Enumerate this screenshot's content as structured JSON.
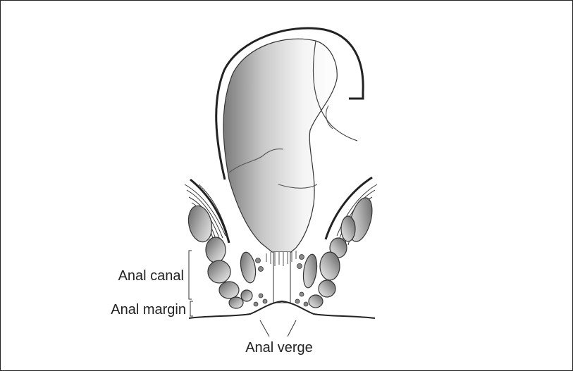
{
  "diagram": {
    "labels": {
      "anal_canal": "Anal canal",
      "anal_margin": "Anal margin",
      "anal_verge": "Anal verge"
    },
    "colors": {
      "ink": "#222222",
      "shade_dark": "#6a6a6a",
      "shade_light": "#f2f2f2",
      "background": "#ffffff"
    }
  }
}
